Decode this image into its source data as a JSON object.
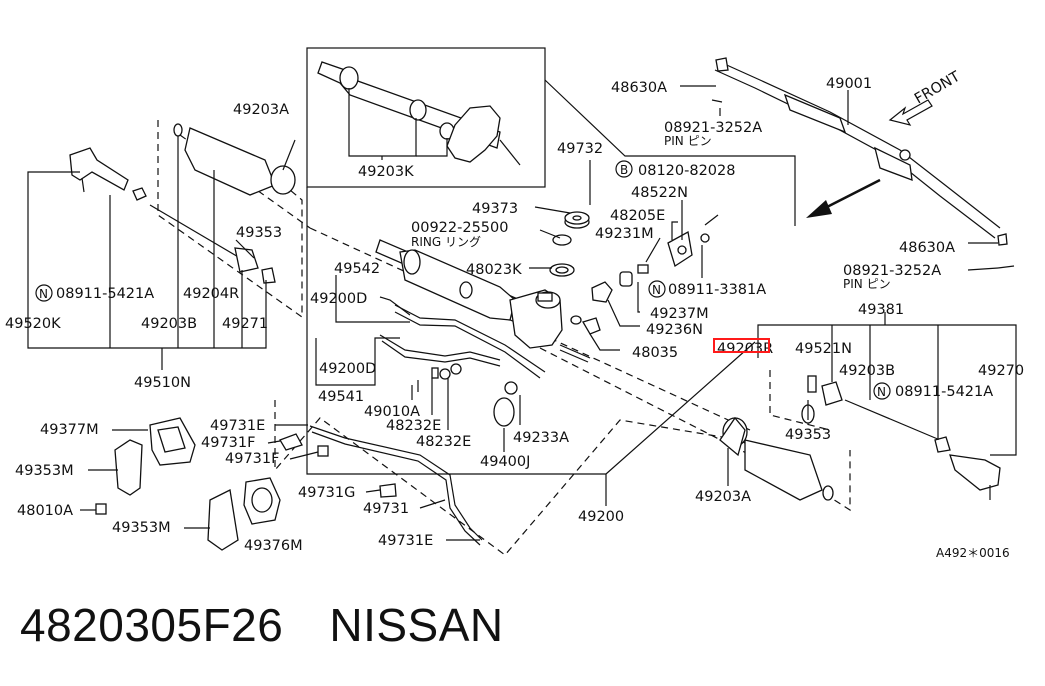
{
  "labels": {
    "p49203A_top": "49203A",
    "p49732": "49732",
    "p08120": "08120-82028",
    "circleB": "B",
    "p48522N": "48522N",
    "p49373": "49373",
    "p48205E": "48205E",
    "p00922": "00922-25500",
    "ring_top": "RING リング",
    "p49231M": "49231M",
    "p49353_left": "49353",
    "p48023K": "48023K",
    "p49542": "49542",
    "p49200D_a": "49200D",
    "p08911_3381A": "08911-3381A",
    "circleN_a": "N",
    "p49237M": "49237M",
    "p49236N": "49236N",
    "p48035": "48035",
    "p08911_5421A_left": "08911-5421A",
    "circleN_b": "N",
    "p49204R": "49204R",
    "p49520K": "49520K",
    "p49203B_left": "49203B",
    "p49271": "49271",
    "p49200D_b": "49200D",
    "p49541": "49541",
    "p49010A": "49010A",
    "p48232E_a": "48232E",
    "p48232E_b": "48232E",
    "p49233A": "49233A",
    "p49400J": "49400J",
    "p49510N": "49510N",
    "p49203K": "49203K",
    "p48630A_top": "48630A",
    "p49001": "49001",
    "front": "FRONT",
    "p08921_top": "08921-3252A",
    "pin_top": "PIN ピン",
    "p48630A_right": "48630A",
    "p08921_right": "08921-3252A",
    "pin_right": "PIN ピン",
    "p49381": "49381",
    "p49203R": "49203R",
    "p49521N": "49521N",
    "p49203B_right": "49203B",
    "p49270": "49270",
    "p08911_5421A_right": "08911-5421A",
    "circleN_c": "N",
    "p49353_right": "49353",
    "p49203A_bottom": "49203A",
    "p49377M": "49377M",
    "p49731E_a": "49731E",
    "p49731F_a": "49731F",
    "p49731F_b": "49731F",
    "p49353M_a": "49353M",
    "p48010A": "48010A",
    "p49353M_b": "49353M",
    "p49376M": "49376M",
    "p49731G": "49731G",
    "p49731": "49731",
    "p49731E_b": "49731E",
    "p49200": "49200",
    "ref_code": "A492＊0016"
  },
  "caption": {
    "part_number": "4820305F26",
    "brand": "NISSAN"
  },
  "highlight": {
    "label": "49203R",
    "color": "#ff1a1a"
  }
}
